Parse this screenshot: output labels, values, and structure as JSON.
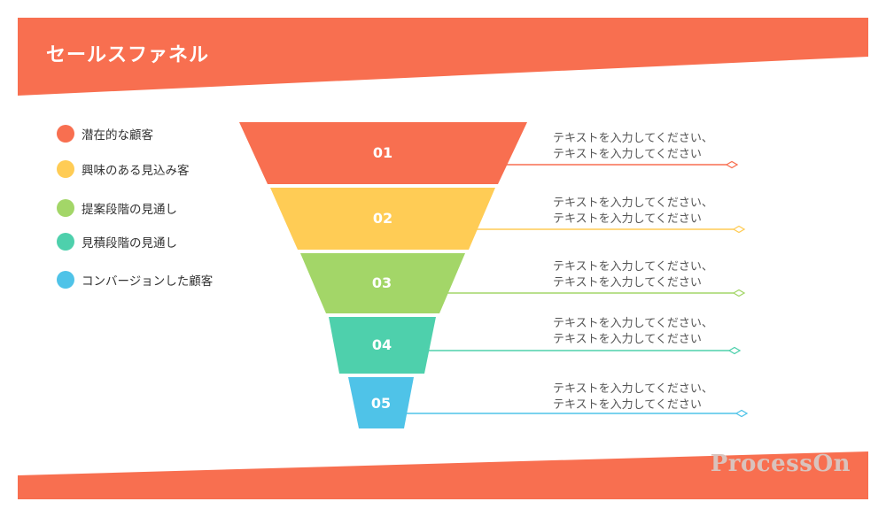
{
  "title": "セールスファネル",
  "colors": {
    "banner": "#F86F50",
    "stage1": "#F86F50",
    "stage2": "#FFCC55",
    "stage3": "#A3D668",
    "stage4": "#4ED0AC",
    "stage5": "#4FC3E8"
  },
  "legend": [
    {
      "label": "潜在的な顧客",
      "color": "#F86F50"
    },
    {
      "label": "興味のある見込み客",
      "color": "#FFCC55"
    },
    {
      "label": "提案段階の見通し",
      "color": "#A3D668"
    },
    {
      "label": "見積段階の見通し",
      "color": "#4ED0AC"
    },
    {
      "label": "コンバージョンした顧客",
      "color": "#4FC3E8"
    }
  ],
  "stages": [
    {
      "number": "01",
      "color": "#F86F50",
      "line1": "テキストを入力してください、",
      "line2": "テキストを入力してください"
    },
    {
      "number": "02",
      "color": "#FFCC55",
      "line1": "テキストを入力してください、",
      "line2": "テキストを入力してください"
    },
    {
      "number": "03",
      "color": "#A3D668",
      "line1": "テキストを入力してください、",
      "line2": "テキストを入力してください"
    },
    {
      "number": "04",
      "color": "#4ED0AC",
      "line1": "テキストを入力してください、",
      "line2": "テキストを入力してください"
    },
    {
      "number": "05",
      "color": "#4FC3E8",
      "line1": "テキストを入力してください、",
      "line2": "テキストを入力してください"
    }
  ],
  "watermark": "ProcessOn"
}
